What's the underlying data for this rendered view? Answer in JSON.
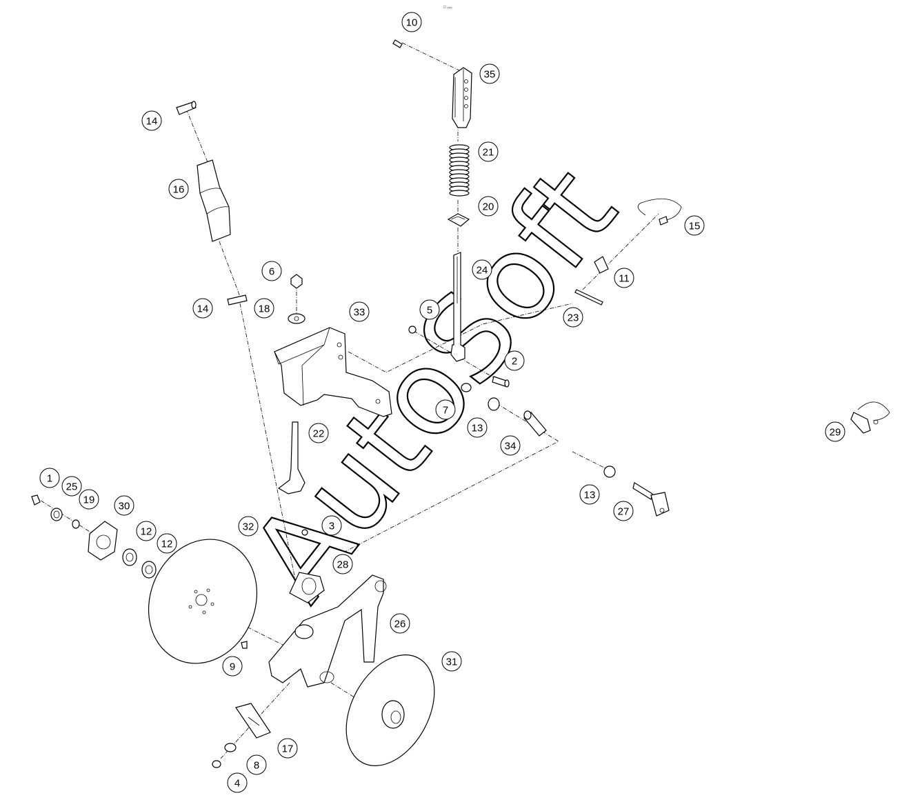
{
  "header_mark": "□ ₀₀₀",
  "watermark": "AutoSoft",
  "callouts": [
    "10",
    "35",
    "14",
    "21",
    "20",
    "16",
    "15",
    "24",
    "11",
    "6",
    "5",
    "14",
    "18",
    "33",
    "23",
    "2",
    "7",
    "13",
    "34",
    "22",
    "29",
    "1",
    "25",
    "19",
    "30",
    "13",
    "27",
    "32",
    "3",
    "12",
    "12",
    "28",
    "26",
    "9",
    "31",
    "17",
    "8",
    "4"
  ]
}
